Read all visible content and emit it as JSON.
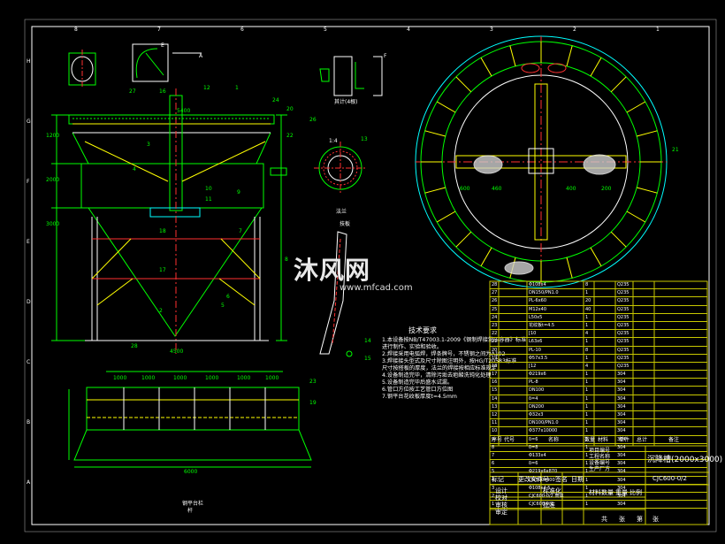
{
  "drawing": {
    "title": "沉降槽(2000x3000)",
    "code": "CJC600-0/2",
    "border_col_marks": [
      "8",
      "7",
      "6",
      "5",
      "4",
      "3",
      "2",
      "1"
    ],
    "border_row_marks": [
      "H",
      "G",
      "F",
      "E",
      "D",
      "C",
      "B",
      "A"
    ]
  },
  "views": {
    "front_label": "钢平台栏",
    "front_sub": "杆",
    "detail_scale": "1:4",
    "section_a": "A",
    "section_e": "E",
    "section_f": "F",
    "detail_1": "技板",
    "detail_2": "其计(4根)",
    "flange_label": "法兰",
    "part_numbers": [
      "27",
      "16",
      "12",
      "1",
      "24",
      "20",
      "26",
      "21",
      "22",
      "3",
      "4",
      "13",
      "18",
      "17",
      "7",
      "28",
      "9",
      "10",
      "11",
      "14",
      "15",
      "23",
      "5",
      "6",
      "8",
      "19",
      "2"
    ]
  },
  "dimensions": [
    "1000",
    "1000",
    "1000",
    "1000",
    "1000",
    "1000",
    "6000",
    "5400",
    "4500",
    "3000",
    "2000",
    "1200",
    "600",
    "460",
    "400",
    "200"
  ],
  "tech_notes": {
    "heading": "技术要求",
    "items": [
      "1.本设备按NB/T47003.1-2009《钢制焊接常压容器》标准",
      "  进行制作、实验和验收。",
      "2.焊接采用电弧焊，焊条牌号，不锈钢之间为A102",
      "3.焊接接头型式及尺寸除图注明外，按HG/T20583标准",
      "  尺寸按搭板的厚度，法兰的焊接按相应标准规定",
      "4.设备制造完毕，清除污垢去疤酸洗钝化处理",
      "5.设备制造完毕后盛水试漏。",
      "6.管口方位按工艺管口方位图",
      "7.钢平台花纹板厚度t=4.5mm"
    ]
  },
  "bom": {
    "rows": [
      [
        "28",
        "Φ108x4",
        "8",
        "Q235"
      ],
      [
        "27",
        "DN150/PN1.0",
        "1",
        "Q235"
      ],
      [
        "26",
        "PL-6x60",
        "20",
        "Q235"
      ],
      [
        "25",
        "M12x40",
        "40",
        "Q235"
      ],
      [
        "24",
        "L50x5",
        "1",
        "Q235"
      ],
      [
        "23",
        "花纹板t=4.5",
        "1",
        "Q235"
      ],
      [
        "22",
        "[10",
        "4",
        "Q235"
      ],
      [
        "21",
        "L63x6",
        "1",
        "Q235"
      ],
      [
        "20",
        "PL-10",
        "8",
        "Q235"
      ],
      [
        "19",
        "Φ57x3.5",
        "1",
        "Q235"
      ],
      [
        "18",
        "[12",
        "4",
        "Q235"
      ],
      [
        "17",
        "Φ219x6",
        "1",
        "304"
      ],
      [
        "16",
        "PL-8",
        "1",
        "304"
      ],
      [
        "15",
        "DN100",
        "1",
        "304"
      ],
      [
        "14",
        "δ=4",
        "1",
        "304"
      ],
      [
        "13",
        "DN200",
        "1",
        "304"
      ],
      [
        "12",
        "Φ32x3",
        "1",
        "304"
      ],
      [
        "11",
        "DN100/PN1.0",
        "1",
        "304"
      ],
      [
        "10",
        "Φ377x10000",
        "1",
        "304"
      ],
      [
        "9",
        "δ=6",
        "1",
        "304"
      ],
      [
        "8",
        "δ=8",
        "1",
        "304"
      ],
      [
        "7",
        "Φ133x4",
        "1",
        "304"
      ],
      [
        "6",
        "δ=6",
        "1",
        "304"
      ],
      [
        "5",
        "Φ219x6x870",
        "1",
        "304"
      ],
      [
        "4",
        "DN500x400",
        "1",
        "304"
      ],
      [
        "3",
        "Φ108x4.5",
        "1",
        "304"
      ],
      [
        "2",
        "CJC600-0/2 筒体",
        "1",
        "304"
      ],
      [
        "1",
        "CJC600-0/1",
        "1",
        "304"
      ]
    ],
    "header": [
      "序号",
      "代号",
      "名称",
      "数量",
      "材料",
      "单件",
      "总计",
      "备注"
    ]
  },
  "title_block": {
    "project_row": [
      "项目编号",
      "工程名称",
      "设备编号",
      "生产厂方"
    ],
    "revision": [
      "标记",
      "更改文件号",
      "签名",
      "日期"
    ],
    "roles": [
      "设计",
      "校对",
      "审核",
      "审定"
    ],
    "std": [
      "标准化",
      "批准"
    ],
    "weight": [
      "材料",
      "数量",
      "重量",
      "比例"
    ],
    "sheet": [
      "共",
      "张",
      "第",
      "张"
    ]
  },
  "watermark": {
    "name": "沐风网",
    "url": "www.mfcad.com"
  }
}
